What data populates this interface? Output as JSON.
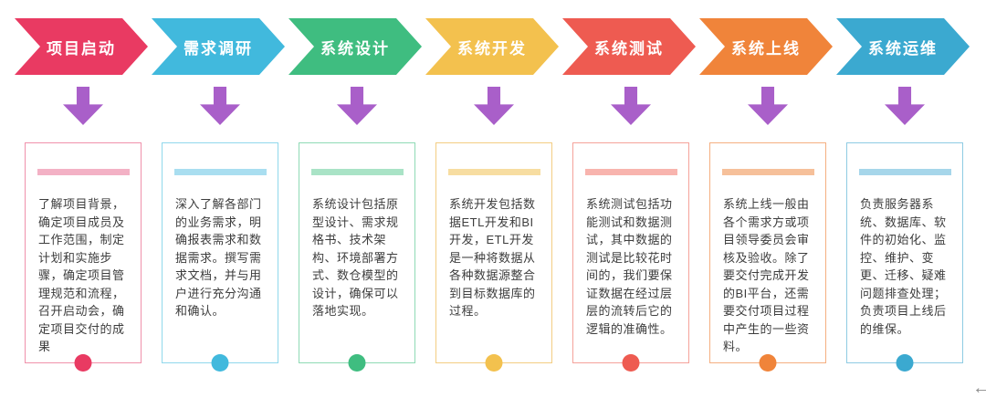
{
  "purple_arrow_color": "#a95fc9",
  "text_color": "#3d3d3d",
  "corner_glyph": "←",
  "stages": [
    {
      "id": "project-kickoff",
      "label": "项目启动",
      "color": "#e93a62",
      "border_color": "#f091ab",
      "accent_color": "#f3b1c5",
      "description": "了解项目背景，确定项目成员及工作范围，制定计划和实施步骤，确定项目管理规范和流程，召开启动会，确定项目交付的成果"
    },
    {
      "id": "requirements-research",
      "label": "需求调研",
      "color": "#41b9dd",
      "border_color": "#90d8ec",
      "accent_color": "#a9def0",
      "description": "深入了解各部门的业务需求，明确报表需求和数据需求。撰写需求文档，并与用户进行充分沟通和确认。"
    },
    {
      "id": "system-design",
      "label": "系统设计",
      "color": "#3fbd80",
      "border_color": "#8fdab5",
      "accent_color": "#a9e3c6",
      "description": "系统设计包括原型设计、需求规格书、技术架构、环境部署方式、数仓模型的设计，确保可以落地实现。"
    },
    {
      "id": "system-development",
      "label": "系统开发",
      "color": "#f3c14e",
      "border_color": "#f3cd82",
      "accent_color": "#f7dda1",
      "description": "系统开发包括数据ETL开发和BI开发，ETL开发是一种将数据从各种数据源整合到目标数据库的过程。"
    },
    {
      "id": "system-testing",
      "label": "系统测试",
      "color": "#ee5b51",
      "border_color": "#f5a29a",
      "accent_color": "#f8b4ae",
      "description": "系统测试包括功能测试和数据测试，其中数据的测试是比较花时间的，我们要保证数据在经过层层的流转后它的逻辑的准确性。"
    },
    {
      "id": "system-launch",
      "label": "系统上线",
      "color": "#f0843a",
      "border_color": "#f5af81",
      "accent_color": "#f6c09a",
      "description": "系统上线一般由各个需求方或项目领导委员会审核及验收。除了要交付完成开发的BI平台，还需要交付项目过程中产生的一些资料。"
    },
    {
      "id": "system-operations",
      "label": "系统运维",
      "color": "#3ba9d0",
      "border_color": "#8ecbe3",
      "accent_color": "#a6d6ea",
      "description": "负责服务器系统、数据库、软件的初始化、监控、维护、变更、迁移、疑难问题排查处理；负责项目上线后的维保。"
    }
  ]
}
